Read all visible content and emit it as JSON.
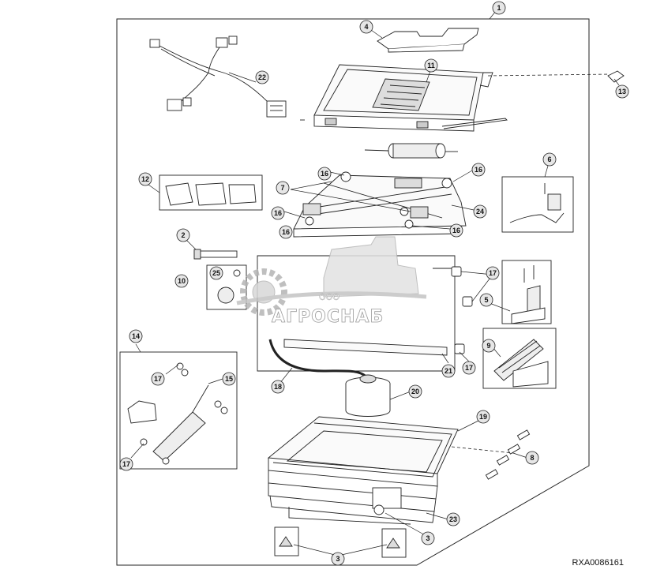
{
  "figure": {
    "reference_code": "RXA0086161",
    "watermark": {
      "company_prefix": "ООО",
      "company_name": "АГРОСНАБ"
    }
  },
  "callouts": {
    "c1": "1",
    "c2": "2",
    "c3a": "3",
    "c3b": "3",
    "c4": "4",
    "c5": "5",
    "c6": "6",
    "c7": "7",
    "c8": "8",
    "c9": "9",
    "c10": "10",
    "c11": "11",
    "c12": "12",
    "c13": "13",
    "c14": "14",
    "c15": "15",
    "c16a": "16",
    "c16b": "16",
    "c16c": "16",
    "c16d": "16",
    "c16e": "16",
    "c17a": "17",
    "c17b": "17",
    "c17c": "17",
    "c17d": "17",
    "c18": "18",
    "c19": "19",
    "c20": "20",
    "c21": "21",
    "c22": "22",
    "c23": "23",
    "c24": "24",
    "c25": "25"
  }
}
